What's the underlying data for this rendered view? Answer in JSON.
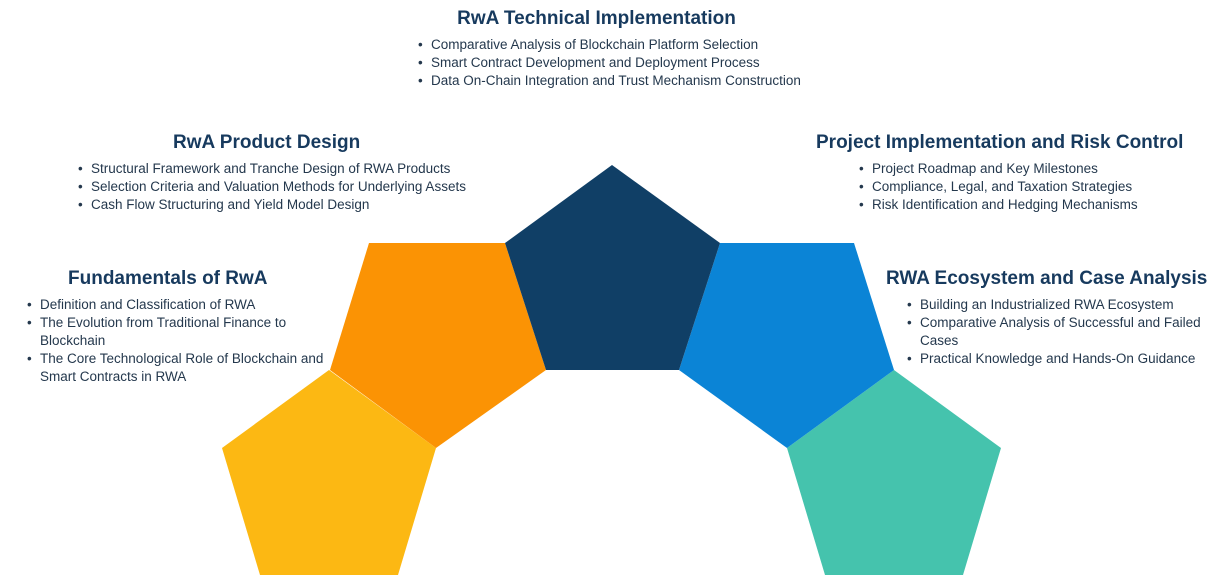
{
  "colors": {
    "fundamentals": "#fcb813",
    "product": "#fb9304",
    "technical": "#103f66",
    "risk": "#0b84d6",
    "ecosystem": "#45c3ad"
  },
  "sections": {
    "technical": {
      "title": "RwA Technical Implementation",
      "items": [
        "Comparative Analysis of Blockchain Platform Selection",
        "Smart Contract Development and Deployment Process",
        "Data On-Chain Integration and Trust Mechanism Construction"
      ]
    },
    "product": {
      "title": "RwA Product Design",
      "items": [
        "Structural Framework and Tranche Design of RWA Products",
        "Selection Criteria and Valuation Methods for Underlying Assets",
        "Cash Flow Structuring and Yield Model Design"
      ]
    },
    "fundamentals": {
      "title": "Fundamentals of RwA",
      "items": [
        "Definition and Classification of RWA",
        "The Evolution from Traditional Finance to Blockchain",
        "The Core Technological Role of Blockchain and Smart Contracts in RWA"
      ]
    },
    "risk": {
      "title": "Project Implementation and Risk Control",
      "items": [
        "Project Roadmap and Key Milestones",
        "Compliance, Legal, and Taxation Strategies",
        "Risk Identification and Hedging Mechanisms"
      ]
    },
    "ecosystem": {
      "title": "RWA Ecosystem and Case Analysis",
      "items": [
        "Building an Industrialized RWA Ecosystem",
        "Comparative Analysis of Successful and Failed Cases",
        "Practical Knowledge and Hands-On Guidance"
      ]
    }
  }
}
